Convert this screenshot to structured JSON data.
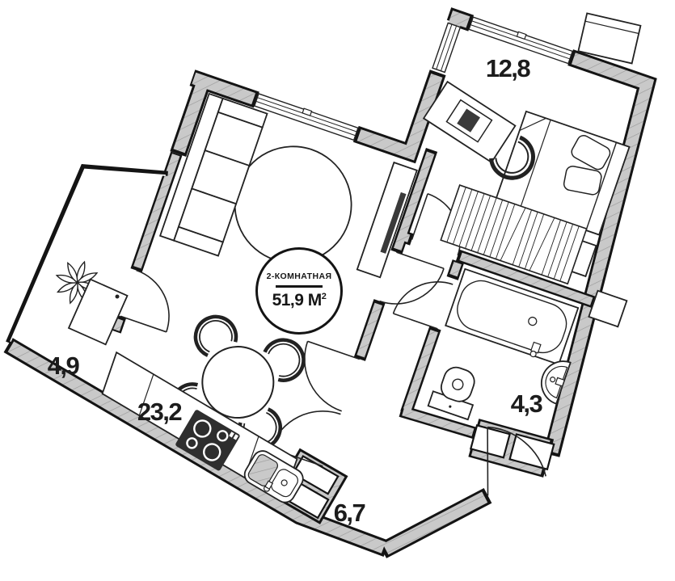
{
  "badge": {
    "type_label": "2-КОМНАТНАЯ",
    "area": "51,9 М",
    "area_sup": "2"
  },
  "labels": {
    "bedroom": "12,8",
    "balcony": "4,9",
    "living_kitchen": "23,2",
    "bathroom": "4,3",
    "hallway": "6,7"
  },
  "rooms": [
    {
      "name": "bedroom",
      "area_m2": "12,8"
    },
    {
      "name": "balcony",
      "area_m2": "4,9"
    },
    {
      "name": "living-kitchen",
      "area_m2": "23,2"
    },
    {
      "name": "bathroom",
      "area_m2": "4,3"
    },
    {
      "name": "hallway",
      "area_m2": "6,7"
    }
  ],
  "colors": {
    "wall_fill": "#c9c9c9",
    "wall_hatch_line": "#9a9a9a",
    "outline": "#141414",
    "floor": "#ffffff",
    "stove": "#2e2e2e"
  }
}
